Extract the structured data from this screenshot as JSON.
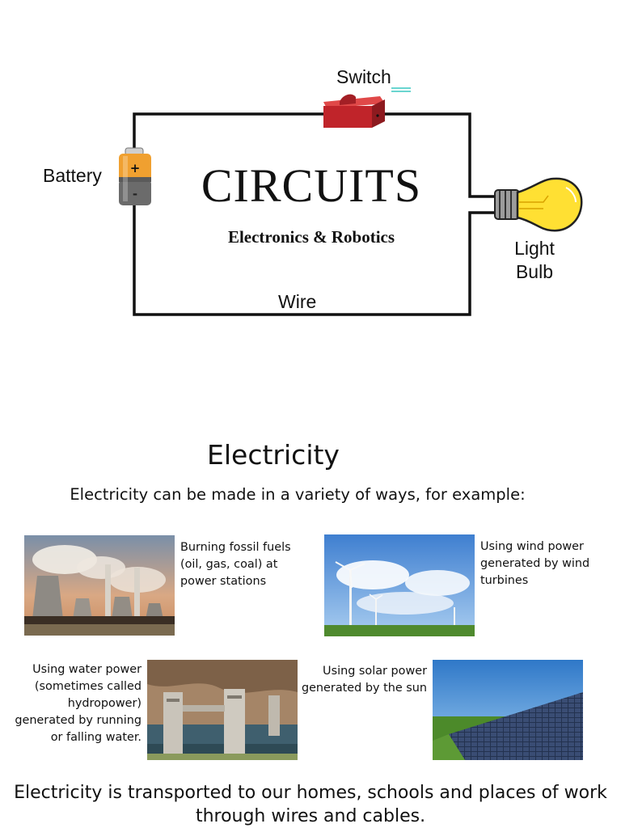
{
  "diagram": {
    "title": "CIRCUITS",
    "subtitle": "Electronics & Robotics",
    "labels": {
      "switch": "Switch",
      "battery": "Battery",
      "light_bulb_line1": "Light",
      "light_bulb_line2": "Bulb",
      "wire": "Wire"
    },
    "battery_symbols": {
      "plus": "+",
      "minus": "-"
    }
  },
  "section": {
    "heading": "Electricity",
    "intro": "Electricity can be made in a variety of ways, for example:",
    "examples": [
      {
        "caption": [
          "Burning fossil fuels",
          "(oil, gas, coal) at",
          "power stations"
        ],
        "image": "power-station-photo"
      },
      {
        "caption": [
          "Using wind power",
          "generated by wind",
          "turbines"
        ],
        "image": "wind-turbines-photo"
      },
      {
        "caption": [
          "Using water power",
          "(sometimes called",
          "hydropower)",
          "generated by running",
          "or falling water."
        ],
        "image": "hydropower-dam-photo"
      },
      {
        "caption": [
          "Using solar power",
          "generated by the sun"
        ],
        "image": "solar-panels-photo"
      }
    ],
    "footer": [
      "Electricity is transported to our homes, schools and places of work",
      "through wires and cables."
    ]
  },
  "colors": {
    "battery_top": "#f0a030",
    "battery_bottom": "#6b6b6b",
    "switch_red": "#c0242a",
    "bulb_yellow": "#ffe033"
  }
}
